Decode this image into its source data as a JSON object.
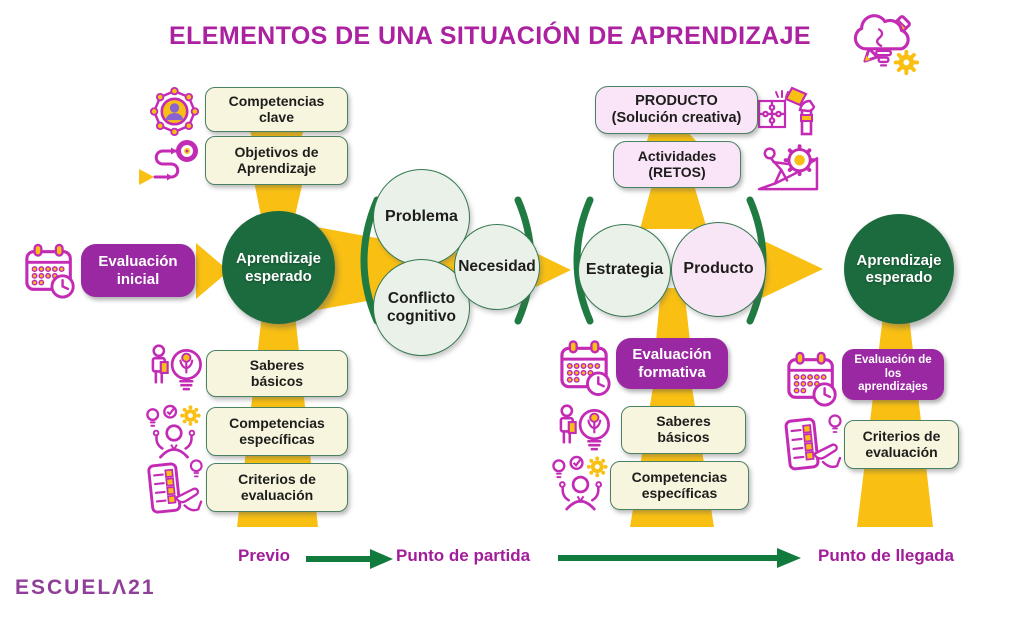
{
  "title": "ELEMENTOS DE UNA SITUACIÓN DE APRENDIZAJE",
  "left": {
    "competencias_clave": "Competencias\nclave",
    "objetivos": "Objetivos de\nAprendizaje",
    "evaluacion_inicial": "Evaluación\ninicial",
    "aprendizaje_esperado": "Aprendizaje\nesperado",
    "saberes_basicos": "Saberes\nbásicos",
    "competencias_especificas": "Competencias\nespecíficas",
    "criterios_evaluacion": "Criterios de\nevaluación"
  },
  "middle": {
    "problema": "Problema",
    "conflicto": "Conflicto\ncognitivo",
    "necesidad": "Necesidad"
  },
  "strategy": {
    "producto_solucion": "PRODUCTO\n(Solución creativa)",
    "actividades": "Actividades\n(RETOS)",
    "estrategia": "Estrategia",
    "producto": "Producto",
    "evaluacion_formativa": "Evaluación\nformativa",
    "saberes_basicos": "Saberes\nbásicos",
    "competencias_especificas": "Competencias\nespecíficas"
  },
  "right": {
    "aprendizaje_esperado": "Aprendizaje\nesperado",
    "evaluacion_aprendizajes": "Evaluación de\nlos\naprendizajes",
    "criterios_evaluacion": "Criterios de\nevaluación"
  },
  "timeline": {
    "previo": "Previo",
    "punto_partida": "Punto de partida",
    "punto_llegada": "Punto de llegada"
  },
  "logo": "ESCUELΛ21",
  "icons": {
    "title": "brain-pencil-gear-icon",
    "competencias_clave": "network-person-icon",
    "objetivos": "path-target-icon",
    "evaluacion": "calendar-clock-icon",
    "saberes": "person-lightbulb-icon",
    "competencias_especificas": "person-check-gear-icon",
    "criterios": "checklist-hand-icon",
    "producto": "puzzle-hand-icon",
    "actividades": "person-gear-climb-icon"
  },
  "colors": {
    "accent_magenta": "#AB21A0",
    "purple_box": "#9A28A2",
    "dark_green": "#1C6B3E",
    "light_green_fill": "#EAF1E9",
    "pink_fill": "#F9E4F8",
    "cream_fill": "#F8F5DE",
    "yellow": "#F9C013",
    "green_border": "#35784F",
    "arrow_green": "#117A3D",
    "icon_magenta": "#C32BB5",
    "logo_purple": "#8F3F98"
  }
}
